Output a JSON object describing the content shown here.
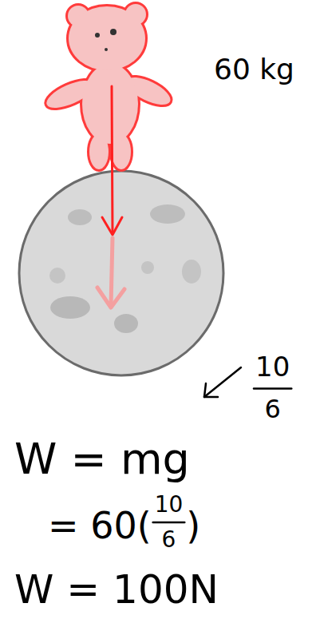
{
  "diagram": {
    "labels": [
      "60 kg",
      "W = mg",
      "10",
      "6",
      "= 60(",
      "10",
      "6",
      ")",
      "W = 100N"
    ]
  }
}
